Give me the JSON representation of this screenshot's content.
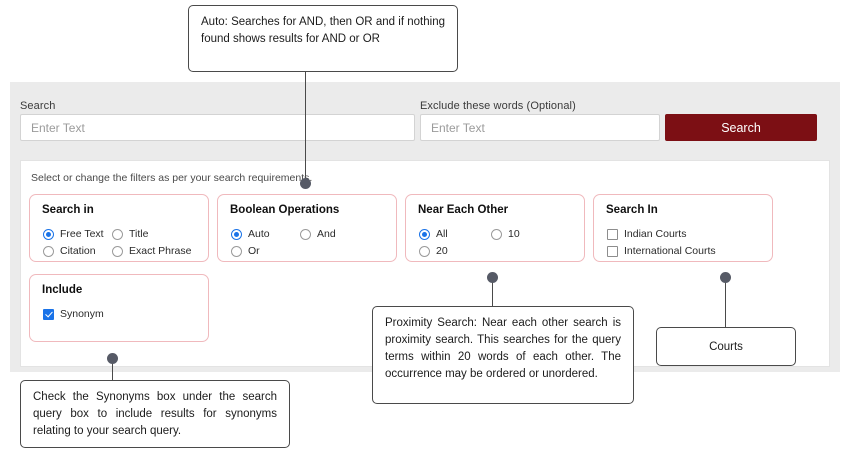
{
  "search_form": {
    "search_label": "Search",
    "search_placeholder": "Enter Text",
    "exclude_label": "Exclude these words (Optional)",
    "exclude_placeholder": "Enter Text",
    "search_button": "Search"
  },
  "filter_panel": {
    "hint": "Select or change the filters as per your search requirements.",
    "boxes": [
      {
        "title": "Search in",
        "type": "radio",
        "options": [
          {
            "label": "Free Text",
            "checked": true
          },
          {
            "label": "Title",
            "checked": false
          },
          {
            "label": "Citation",
            "checked": false
          },
          {
            "label": "Exact Phrase",
            "checked": false
          }
        ]
      },
      {
        "title": "Boolean Operations",
        "type": "radio",
        "options": [
          {
            "label": "Auto",
            "checked": true
          },
          {
            "label": "And",
            "checked": false
          },
          {
            "label": "Or",
            "checked": false
          }
        ]
      },
      {
        "title": "Near Each Other",
        "type": "radio",
        "options": [
          {
            "label": "All",
            "checked": true
          },
          {
            "label": "10",
            "checked": false
          },
          {
            "label": "20",
            "checked": false
          }
        ]
      },
      {
        "title": "Search In",
        "type": "checkbox",
        "options": [
          {
            "label": "Indian Courts",
            "checked": false
          },
          {
            "label": "International Courts",
            "checked": false
          }
        ]
      },
      {
        "title": "Include",
        "type": "checkbox",
        "options": [
          {
            "label": "Synonym",
            "checked": true
          }
        ]
      }
    ]
  },
  "annotations": {
    "auto": "Auto: Searches for AND, then OR and if nothing found shows results for AND or OR",
    "proximity": "Proximity Search: Near each other search is proximity search. This searches for the query terms within 20 words of each other. The occurrence may be ordered or unordered.",
    "courts": "Courts",
    "synonym": "Check the Synonyms box under the search query box to include results for synonyms relating to your search query."
  },
  "colors": {
    "accent_maroon": "#7c0f14",
    "panel_grey": "#ebebeb",
    "filter_border_pink": "#f0b9bd",
    "control_blue": "#1a73e8",
    "connector_grey": "#565a66"
  }
}
